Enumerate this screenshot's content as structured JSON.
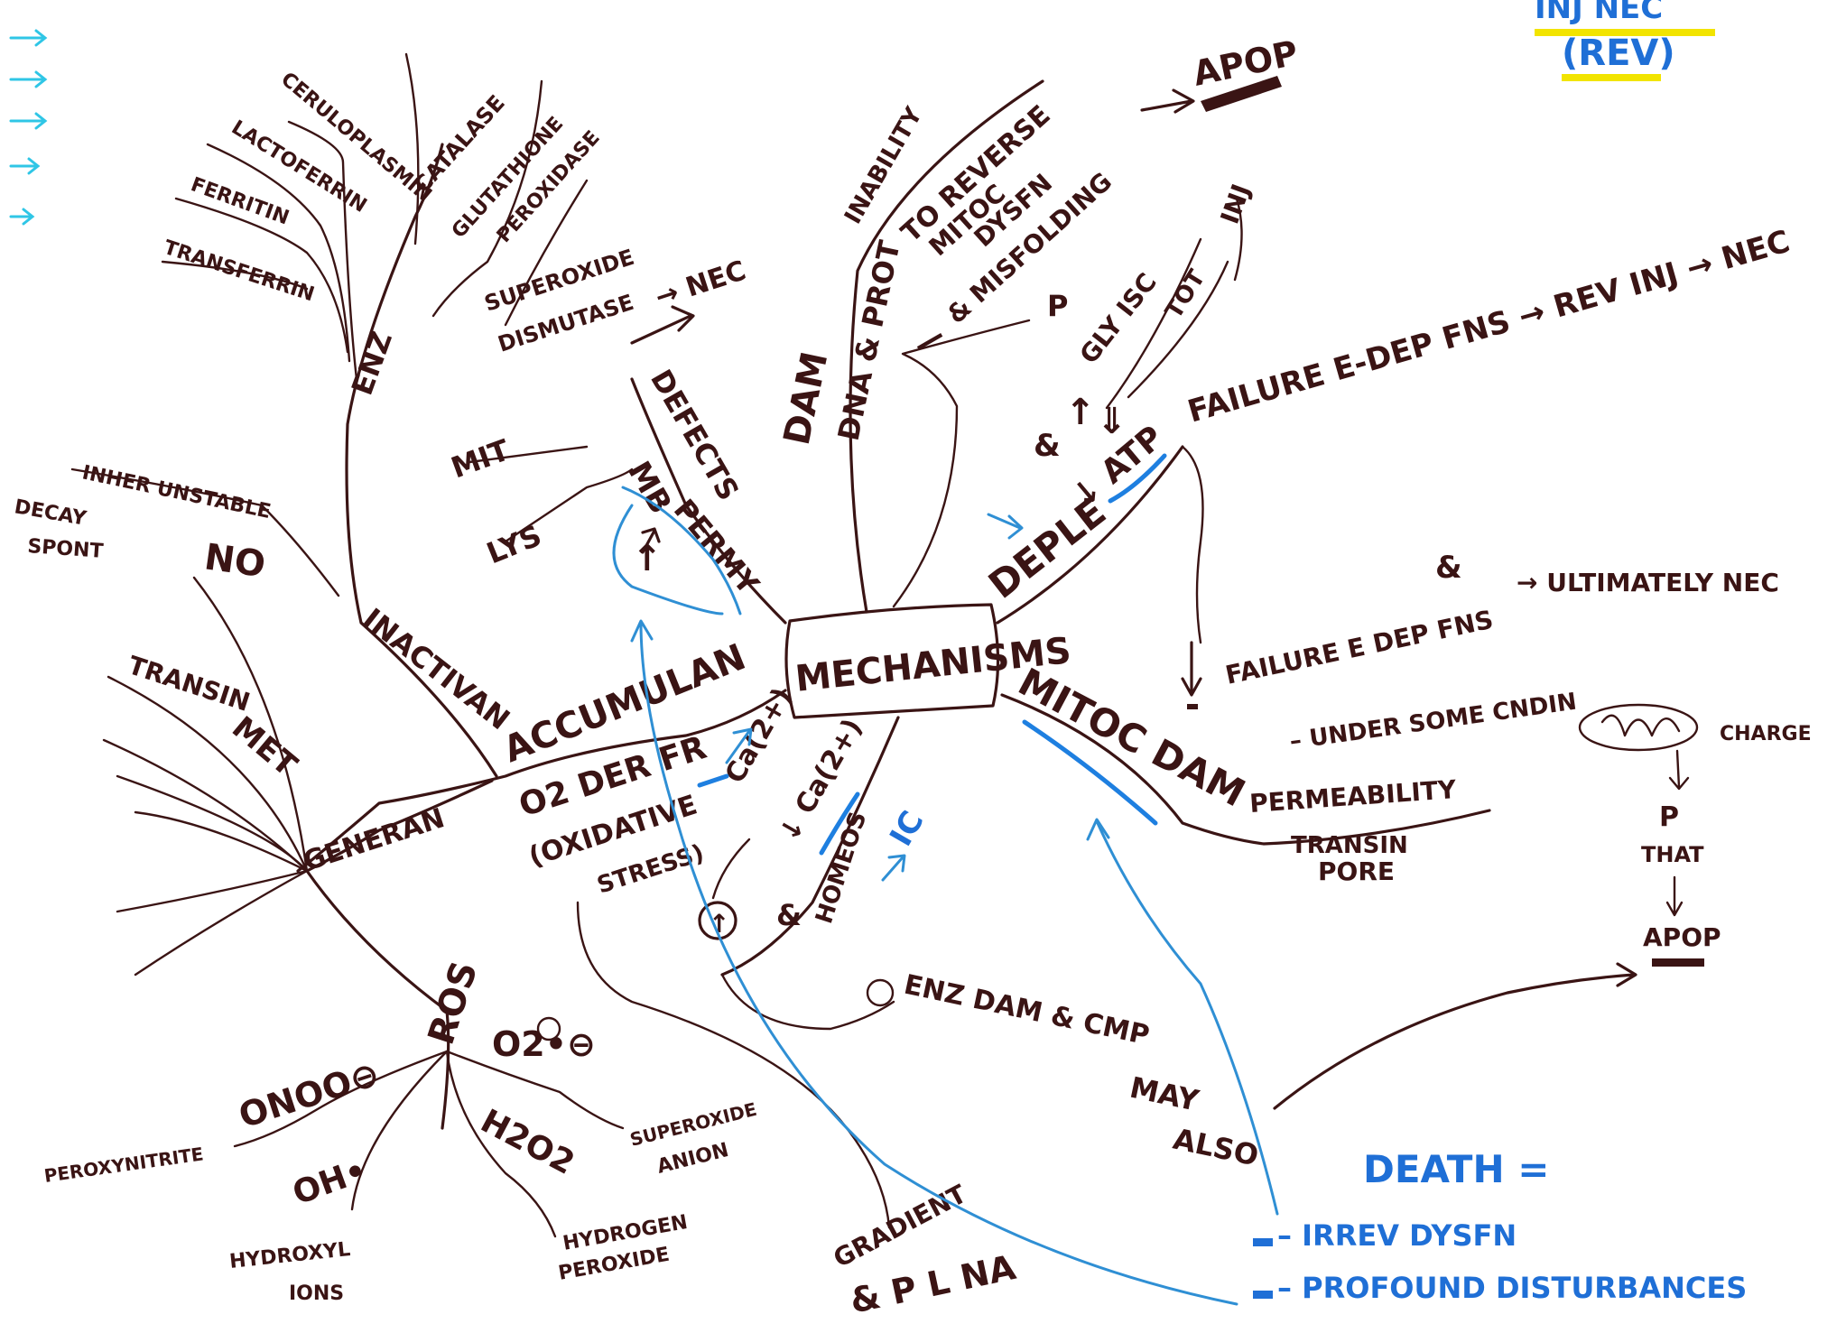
{
  "colors": {
    "ink": "#3a1414",
    "blue": "#1f6fd6",
    "cyan": "#2fc6e6",
    "highlight_yellow": "#f2e400"
  },
  "corner": {
    "line1": "INJ NEC",
    "line2": "(REV)"
  },
  "center": "MECHANISMS",
  "branches": {
    "mitoc_dam": {
      "label": "MITOC DAM",
      "permeability": "PERMEABILITY",
      "transition": "TRANSIN",
      "pore": "PORE",
      "cf": "CHARGE",
      "p": "P",
      "that": "THAT",
      "apop": "APOP",
      "failure": "FAILURE E DEP FNS",
      "and": "&",
      "ultimately": "→ ULTIMATELY NEC",
      "under": "– UNDER SOME CNDIN"
    },
    "deplean": {
      "label": "DEPLE",
      "atp": "↓ ATP",
      "and": "&",
      "up": "↑",
      "down_arrow": "⇓",
      "glycolysis": "GLY ISC",
      "tot": "TOT",
      "inj": "INJ",
      "failure": "FAILURE E-DEP FNS → REV INJ → NEC"
    },
    "dam": {
      "label": "DAM",
      "dna_prot": "DNA & PROT",
      "inability": "INABILITY",
      "to_reverse": "TO REVERSE",
      "mitoc": "MITOC",
      "dysfn": "DYSFN",
      "misfolding": "& MISFOLDING",
      "p": "P",
      "dash": "—",
      "apop": "APOP"
    },
    "mb": {
      "defects": "DEFECTS",
      "nec": "→ NEC",
      "mb": "MB",
      "permy": "PERMY",
      "up": "↑",
      "mit": "MIT",
      "lys": "LYS"
    },
    "homeostasis": {
      "label": "HOMEOS",
      "ic": "IC",
      "ca1": "Ca(2+)",
      "and": "&",
      "ca2": "↓ Ca(2+)",
      "circle": "↑",
      "enz": "ENZ DAM & CMP",
      "may": "MAY",
      "also": "ALSO"
    },
    "accumulation": {
      "label": "ACCUMULAN",
      "o2": "O2 DER FR",
      "oxidative": "(OXIDATIVE",
      "stress": "STRESS)",
      "gradient": "GRADIENT",
      "pl": "& P L NA",
      "inactivan": "INACTIVAN",
      "enz": "ENZ",
      "items": [
        "CERULOPLASMIN",
        "CATALASE",
        "LACTOFERRIN",
        "GLUTATHIONE",
        "PEROXIDASE",
        "FERRITIN",
        "SUPEROXIDE",
        "TRANSFERRIN",
        "DISMUTASE"
      ],
      "inher": "INHER UNSTABLE",
      "decay": "DECAY",
      "spont": "SPONT",
      "generan": "GENERAN",
      "no": "NO",
      "transition": "TRANSIN",
      "met": "MET",
      "ros": "ROS",
      "onoo": "ONOO⊖",
      "peroxynitrite": "PEROXYNITRITE",
      "o2rad": "O2•⊖",
      "superoxide": "SUPEROXIDE",
      "anion": "ANION",
      "h2o2": "H2O2",
      "hydrogen": "HYDROGEN",
      "peroxide": "PEROXIDE",
      "oh": "OH•",
      "hydroxyl": "HYDROXYL",
      "ions": "IONS"
    }
  },
  "death": {
    "title": "DEATH =",
    "line1": "– IRREV DYSFN",
    "line2": "– PROFOUND DISTURBANCES"
  }
}
